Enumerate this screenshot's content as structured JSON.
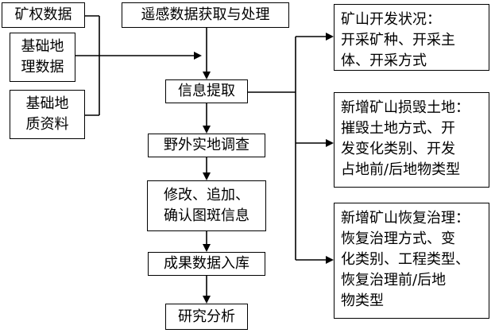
{
  "left_inputs": {
    "mining_rights": "矿权数据",
    "basic_geo_1": "基础地",
    "basic_geo_2": "理数据",
    "basic_geology_1": "基础地",
    "basic_geology_2": "质资料"
  },
  "flow": {
    "remote_sensing": "遥感数据获取与处理",
    "info_extraction": "信息提取",
    "field_survey": "野外实地调查",
    "modify_1": "修改、追加、",
    "modify_2": "确认图斑信息",
    "database": "成果数据入库",
    "analysis": "研究分析"
  },
  "right_outputs": {
    "mining_status": [
      "矿山开发状况：",
      "开采矿种、开采主",
      "体、开采方式"
    ],
    "damaged_land": [
      "新增矿山损毁土地：",
      "摧毁土地方式、开",
      "发变化类别、开发",
      "占地前/后地物类型"
    ],
    "restoration": [
      "新增矿山恢复治理：",
      "恢复治理方式、变",
      "化类别、工程类型、",
      "恢复治理前/后地",
      "物类型"
    ]
  }
}
